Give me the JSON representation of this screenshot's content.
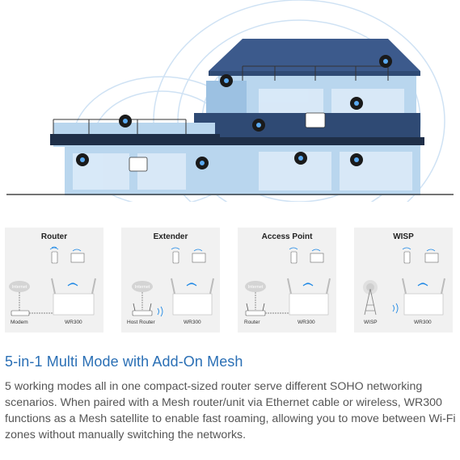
{
  "modes": [
    {
      "title": "Router",
      "left_device": "Modem",
      "right_device": "WR300",
      "source_label": "Internet"
    },
    {
      "title": "Extender",
      "left_device": "Host Router",
      "right_device": "WR300",
      "source_label": "Internet"
    },
    {
      "title": "Access Point",
      "left_device": "Router",
      "right_device": "WR300",
      "source_label": "Internet"
    },
    {
      "title": "WISP",
      "left_device": "WISP",
      "right_device": "WR300"
    }
  ],
  "headline": "5-in-1 Multi Mode with Add-On Mesh",
  "description": "5 working modes all in one compact-sized router serve different SOHO networking scenarios. When paired with a Mesh router/unit via Ethernet cable or wireless, WR300 functions as a Mesh satellite to enable fast roaming, allowing you to move between Wi-Fi zones without manually switching the networks.",
  "colors": {
    "accent": "#2a6fb5",
    "house_blue": "#b9d6ee",
    "wifi_blue": "#1e88e5",
    "card_bg": "#f1f1f1"
  }
}
